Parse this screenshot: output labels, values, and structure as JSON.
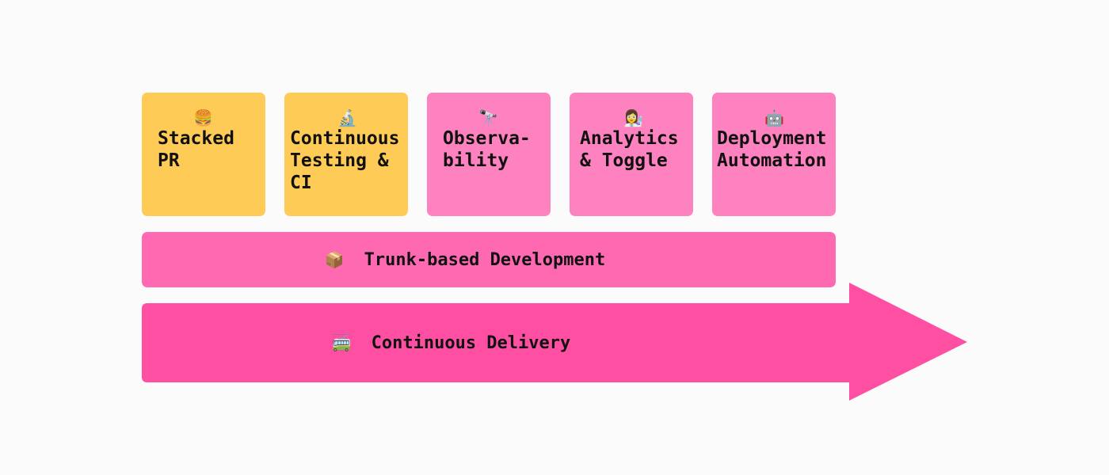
{
  "cards": [
    {
      "icon": "🍔",
      "label": "Stacked\nPR",
      "color": "#fecb57"
    },
    {
      "icon": "🔬",
      "label": "Continuous\nTesting &\nCI",
      "color": "#fecb57"
    },
    {
      "icon": "🔭",
      "label": "Observa-\nbility",
      "color": "#fe82bf"
    },
    {
      "icon": "👩‍🔬",
      "label": "Analytics\n& Toggle",
      "color": "#fe82bf"
    },
    {
      "icon": "🤖",
      "label": "Deployment\nAutomation",
      "color": "#fe82bf"
    }
  ],
  "foundation": {
    "icon": "📦",
    "label": "Trunk-based Development",
    "color": "#ff69b2"
  },
  "delivery": {
    "icon": "🚎",
    "label": "Continuous Delivery",
    "color": "#ff4fa3"
  }
}
